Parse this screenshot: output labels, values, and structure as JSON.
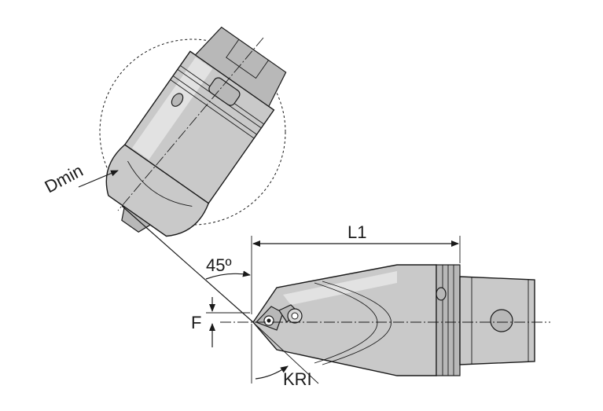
{
  "diagram": {
    "labels": {
      "dmin": "Dmin",
      "l1": "L1",
      "angle": "45º",
      "f": "F",
      "kri": "KRI"
    }
  }
}
